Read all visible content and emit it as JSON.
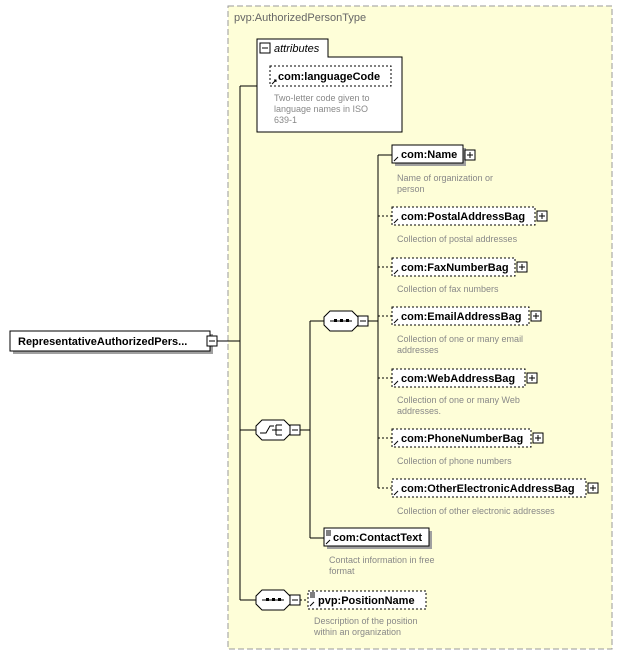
{
  "type_name": "pvp:AuthorizedPersonType",
  "root_element": "RepresentativeAuthorizedPers...",
  "attributes": {
    "label": "attributes",
    "items": [
      {
        "name": "com:languageCode",
        "description": [
          "Two-letter code given to",
          "language names in ISO",
          "639-1"
        ]
      }
    ]
  },
  "choice_sequence_elements": [
    {
      "name": "com:Name",
      "description": [
        "Name of organization or",
        "person"
      ],
      "optional": false
    },
    {
      "name": "com:PostalAddressBag",
      "description": [
        "Collection of postal addresses"
      ],
      "optional": true
    },
    {
      "name": "com:FaxNumberBag",
      "description": [
        "Collection of fax numbers"
      ],
      "optional": true
    },
    {
      "name": "com:EmailAddressBag",
      "description": [
        "Collection of one or many email",
        "addresses"
      ],
      "optional": true
    },
    {
      "name": "com:WebAddressBag",
      "description": [
        "Collection of one or many Web",
        "addresses."
      ],
      "optional": true
    },
    {
      "name": "com:PhoneNumberBag",
      "description": [
        "Collection of phone numbers"
      ],
      "optional": true
    },
    {
      "name": "com:OtherElectronicAddressBag",
      "description": [
        "Collection of other electronic addresses"
      ],
      "optional": true
    }
  ],
  "contact_text": {
    "name": "com:ContactText",
    "description": [
      "Contact information in free",
      "format"
    ]
  },
  "position_name": {
    "name": "pvp:PositionName",
    "description": [
      "Description of the position",
      "within an organization"
    ]
  },
  "colors": {
    "type_bg": "#fefed8",
    "type_border": "#9a9a9a",
    "type_label": "#6b6b6b"
  },
  "icons": {
    "collapse": "minus-box-icon",
    "expand": "plus-box-icon",
    "sequence": "sequence-compositor-icon",
    "choice": "choice-compositor-icon",
    "simple_type": "simple-content-icon",
    "element_ref": "reference-arrow-icon"
  }
}
